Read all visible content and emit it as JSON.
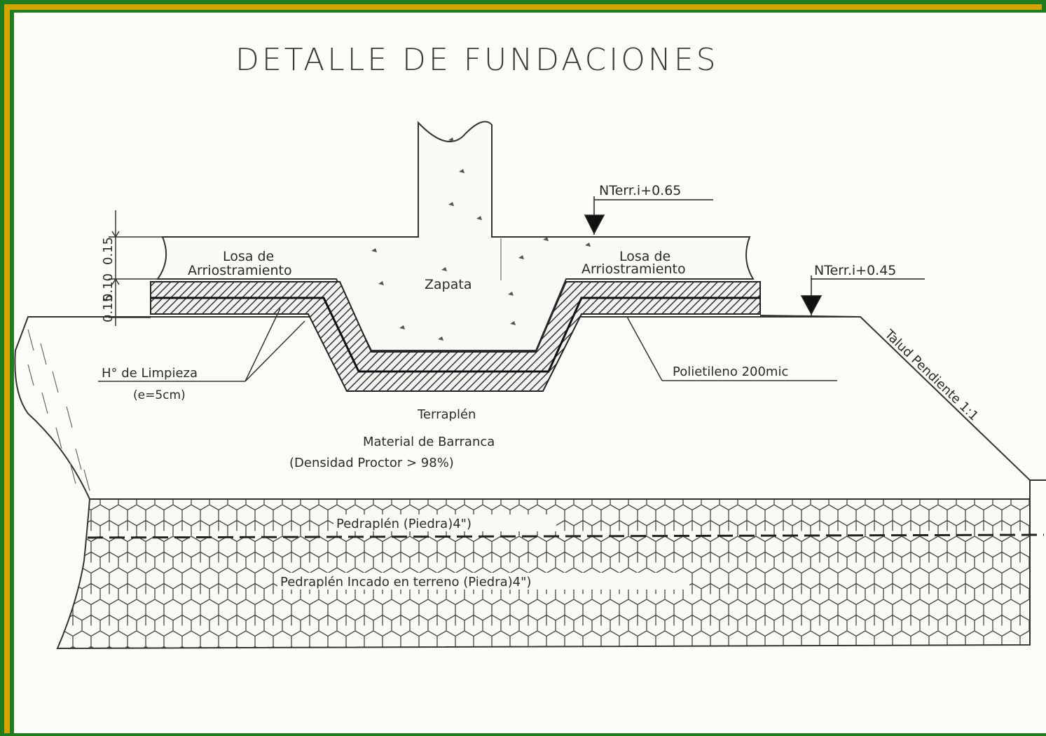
{
  "frame": {
    "outer_color": "#1f7d1f",
    "inner_border_color": "#d4a300",
    "paper_color": "#fdfdf8"
  },
  "diagram": {
    "title": "DETALLE DE FUNDACIONES",
    "labels": {
      "level_high": "NTerr.i+0.65",
      "level_low": "NTerr.i+0.45",
      "slab_left_1": "Losa de",
      "slab_left_2": "Arriostramiento",
      "slab_right_1": "Losa de",
      "slab_right_2": "Arriostramiento",
      "footing": "Zapata",
      "dim_top": "0.15",
      "dim_mid": "0.10",
      "dim_low": "0.15",
      "clean_concrete_1": "H° de Limpieza",
      "clean_concrete_2": "(e=5cm)",
      "polyethylene": "Polietileno 200mic",
      "slope": "Talud Pendiente 1:1",
      "fill_1": "Terraplén",
      "fill_2": "Material de Barranca",
      "fill_3": "(Densidad Proctor > 98%)",
      "rockfill_upper": "Pedraplén (Piedra)4\")",
      "rockfill_lower": "Pedraplén Incado en terreno (Piedra)4\")"
    }
  }
}
